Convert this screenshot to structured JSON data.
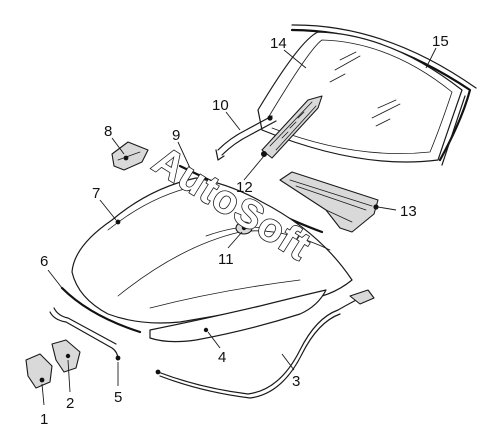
{
  "diagram": {
    "watermark": "AutoSoft",
    "callouts": [
      {
        "id": "1",
        "label": "1"
      },
      {
        "id": "2",
        "label": "2"
      },
      {
        "id": "3",
        "label": "3"
      },
      {
        "id": "4",
        "label": "4"
      },
      {
        "id": "5",
        "label": "5"
      },
      {
        "id": "6",
        "label": "6"
      },
      {
        "id": "7",
        "label": "7"
      },
      {
        "id": "8",
        "label": "8"
      },
      {
        "id": "9",
        "label": "9"
      },
      {
        "id": "10",
        "label": "10"
      },
      {
        "id": "11",
        "label": "11"
      },
      {
        "id": "12",
        "label": "12"
      },
      {
        "id": "13",
        "label": "13"
      },
      {
        "id": "14",
        "label": "14"
      },
      {
        "id": "15",
        "label": "15"
      }
    ]
  }
}
